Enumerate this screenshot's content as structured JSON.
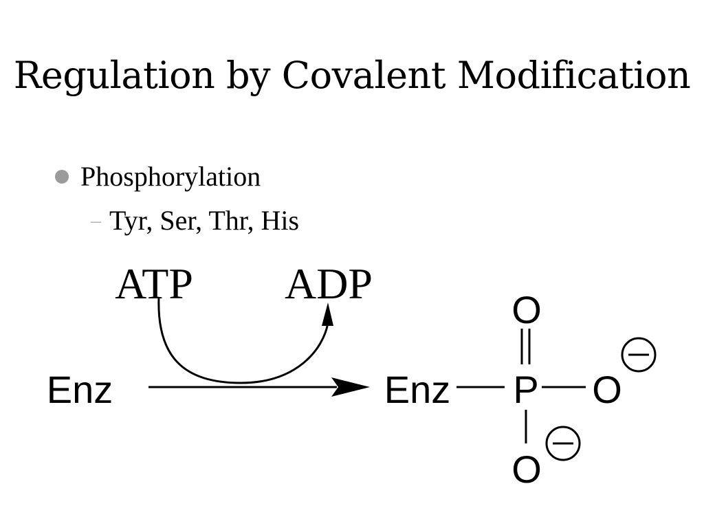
{
  "slide": {
    "title": "Regulation by Covalent Modification",
    "bullets": [
      {
        "text": "Phosphorylation",
        "sub": [
          "Tyr, Ser, Thr, His"
        ]
      }
    ]
  },
  "reaction": {
    "cofactor_in": "ATP",
    "cofactor_out": "ADP",
    "substrate": "Enz",
    "product": {
      "enzyme": "Enz",
      "phosphorus": "P",
      "oxygen_top": "O",
      "oxygen_right": "O",
      "oxygen_bottom": "O",
      "charge_right": "−",
      "charge_bottom": "−"
    }
  }
}
